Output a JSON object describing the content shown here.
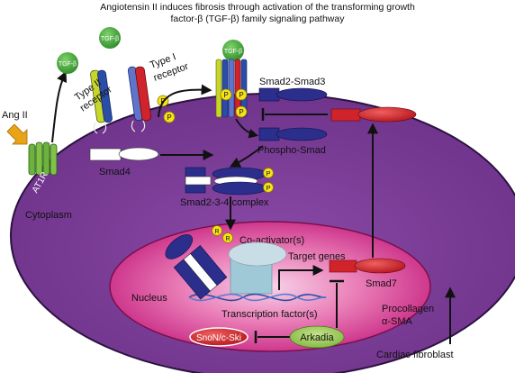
{
  "title": {
    "line1": "Angiotensin II induces fibrosis through activation of the transforming growth",
    "line2": "factor-β (TGF-β) family signaling pathway"
  },
  "labels": {
    "ang_ii": "Ang II",
    "at1r": "AT1R",
    "tgf_beta": "TGF-β",
    "type_ii_receptor": [
      "Type II",
      "receptor"
    ],
    "type_i_receptor": [
      "Type I",
      "receptor"
    ],
    "smad2_smad3": "Smad2-Smad3",
    "phospho_smad": "Phospho-Smad",
    "smad4": "Smad4",
    "smad234_complex": "Smad2-3-4 complex",
    "cytoplasm": "Cytoplasm",
    "co_activators": "Co-activator(s)",
    "target_genes": "Target genes",
    "nucleus": "Nucleus",
    "transcription_factors": "Transcription factor(s)",
    "smad7": "Smad7",
    "procollagen": "Procollagen",
    "alpha_sma": "α-SMA",
    "snon_cski": "SnoN/c-Ski",
    "arkadia": "Arkadia",
    "cardiac_fibroblast": "Cardiac fibroblast",
    "p": "P",
    "r": "R"
  },
  "colors": {
    "cell": "#7a3d96",
    "cell_border": "#3a1a55",
    "nucleus": "#d21e83",
    "nucleus_light": "#f2b3d6",
    "smad": "#2b2e8a",
    "smad7": "#d1232a",
    "phospho": "#f5e21b",
    "receptor_green": "#6cb23e",
    "arkadia": "#8cc63f",
    "ang_arrow": "#e8a317"
  }
}
